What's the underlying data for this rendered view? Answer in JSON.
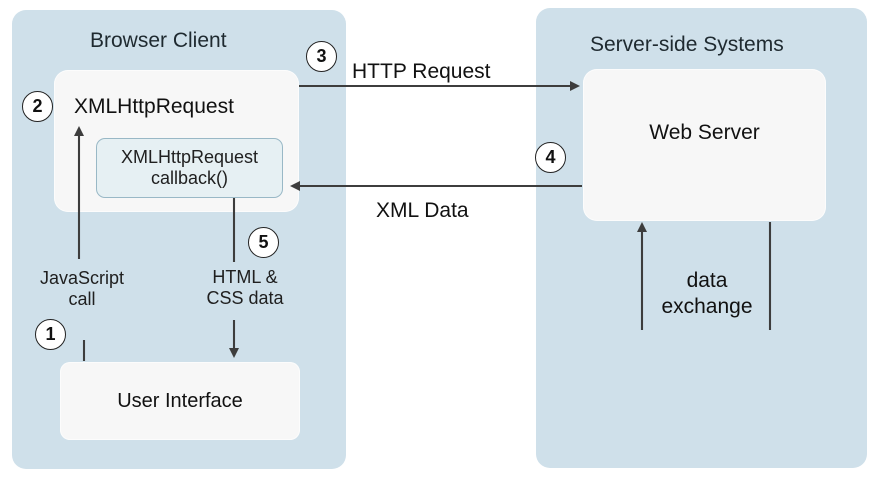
{
  "browser_client": {
    "title": "Browser Client",
    "xhr_title": "XMLHttpRequest",
    "callback": {
      "line1": "XMLHttpRequest",
      "line2": "callback()"
    },
    "javascript_call": {
      "line1": "JavaScript",
      "line2": "call"
    },
    "html_css_data": {
      "line1": "HTML &",
      "line2": "CSS data"
    },
    "user_interface": "User Interface"
  },
  "server_side": {
    "title": "Server-side Systems",
    "web_server": "Web Server",
    "data_exchange": {
      "line1": "data",
      "line2": "exchange"
    }
  },
  "connections": {
    "http_request": "HTTP Request",
    "xml_data": "XML Data"
  },
  "steps": [
    "1",
    "2",
    "3",
    "4",
    "5"
  ],
  "colors": {
    "panel_background": "#cfe0ea",
    "box_background": "#f7f7f7",
    "callback_background": "#e6f0f3",
    "callback_border": "#99b8c6",
    "arrow_color": "#3d3d3d"
  }
}
